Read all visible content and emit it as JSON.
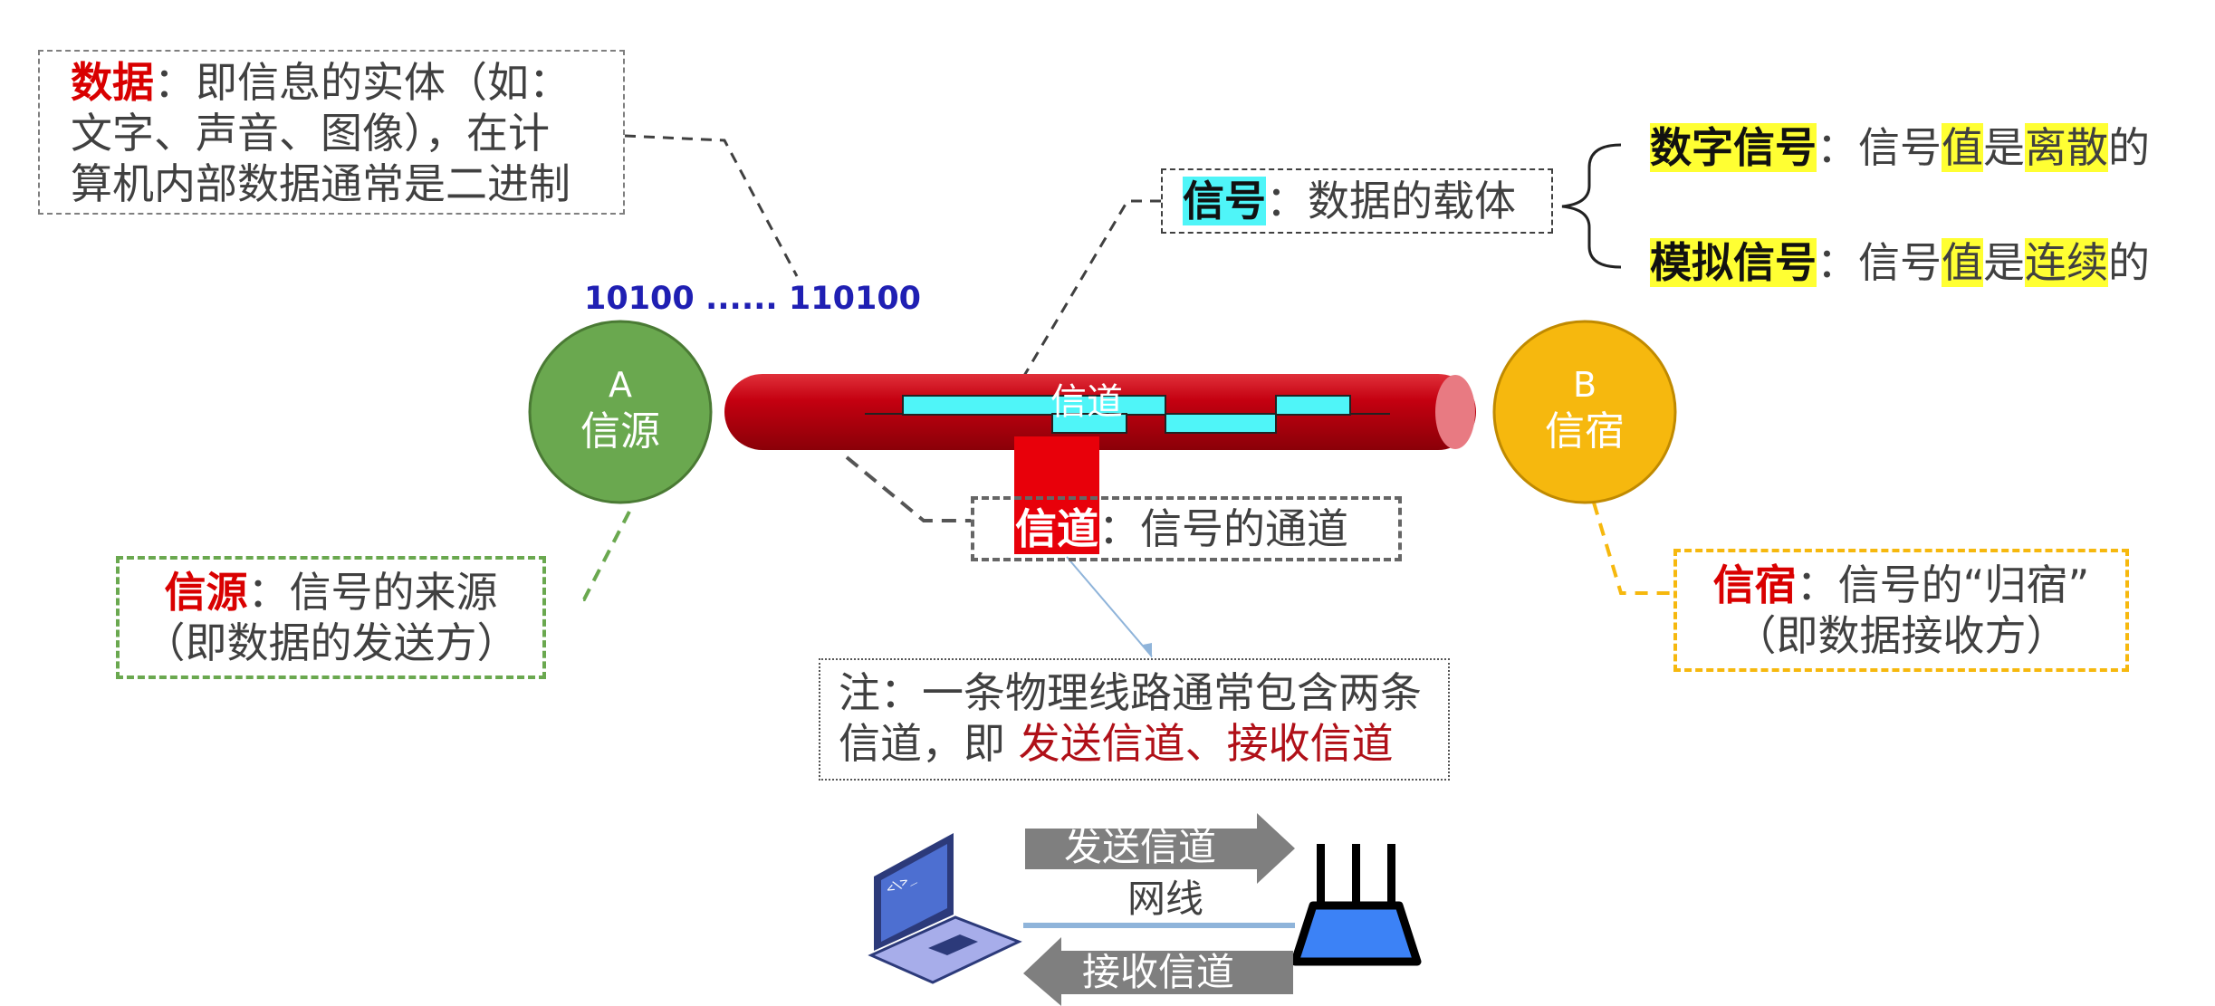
{
  "colors": {
    "red_keyword": "#d90000",
    "yellow_highlight": "#ffff33",
    "cyan_highlight": "#4ff5f8",
    "source_green": "#6aa84f",
    "sink_yellow": "#f6b80e",
    "channel_red": "#c40010",
    "bits_blue": "#1f1fb3",
    "arrow_gray": "#7f7f7f",
    "cable_blue": "#8fb4da"
  },
  "data_box": {
    "keyword": "数据",
    "sep": "：",
    "line1_rest": "即信息的实体（如：",
    "line2": "文字、声音、图像），在计",
    "line3": "算机内部数据通常是二进制"
  },
  "bits": "10100 ...... 110100",
  "signal_box": {
    "keyword": "信号",
    "rest": "：数据的载体"
  },
  "digital": {
    "keyword": "数字信号",
    "sep": "：",
    "a": "信号",
    "b": "值",
    "c": "是",
    "d": "离散",
    "e": "的"
  },
  "analog": {
    "keyword": "模拟信号",
    "sep": "：",
    "a": "信号",
    "b": "值",
    "c": "是",
    "d": "连续",
    "e": "的"
  },
  "node_a": {
    "letter": "A",
    "label": "信源"
  },
  "node_b": {
    "letter": "B",
    "label": "信宿"
  },
  "channel_pipe_label": "信道",
  "channel_box": {
    "keyword": "信道",
    "rest": "：信号的通道"
  },
  "source_box": {
    "keyword": "信源",
    "rest": "：信号的来源",
    "line2": "（即数据的发送方）"
  },
  "sink_box": {
    "keyword": "信宿",
    "rest": "：信号的“归宿”",
    "line2": "（即数据接收方）"
  },
  "note": {
    "line1": "注：一条物理线路通常包含两条",
    "line2_a": "信道，即 ",
    "line2_b": "发送信道、接收信道"
  },
  "bottom": {
    "send": "发送信道",
    "cable": "网线",
    "receive": "接收信道",
    "laptop_prompt": "<\\>_"
  }
}
